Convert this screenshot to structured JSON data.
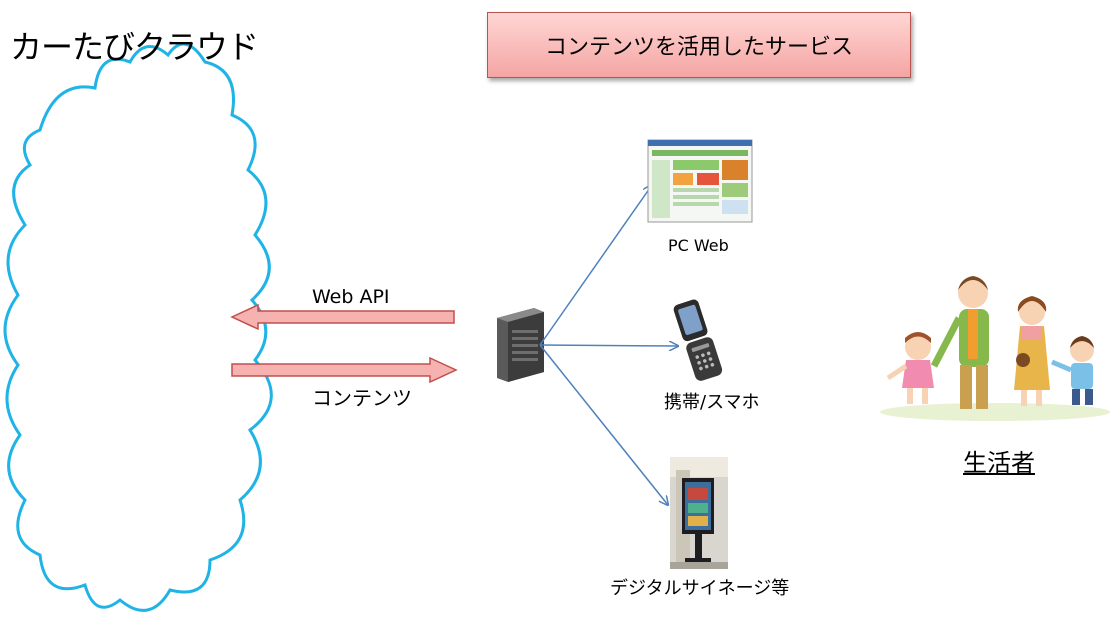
{
  "cloud": {
    "title": "カーたびクラウド"
  },
  "service_box": {
    "label": "コンテンツを活用したサービス"
  },
  "arrows": {
    "web_api": "Web API",
    "content": "コンテンツ"
  },
  "devices": {
    "pc_web": "PC Web",
    "mobile": "携帯/スマホ",
    "signage": "デジタルサイネージ等"
  },
  "people": {
    "label": "生活者"
  },
  "colors": {
    "cloud_stroke": "#1fb3e6",
    "arrow_fill": "#f6b2b0",
    "arrow_stroke": "#c0504d",
    "line": "#4f81bd"
  }
}
